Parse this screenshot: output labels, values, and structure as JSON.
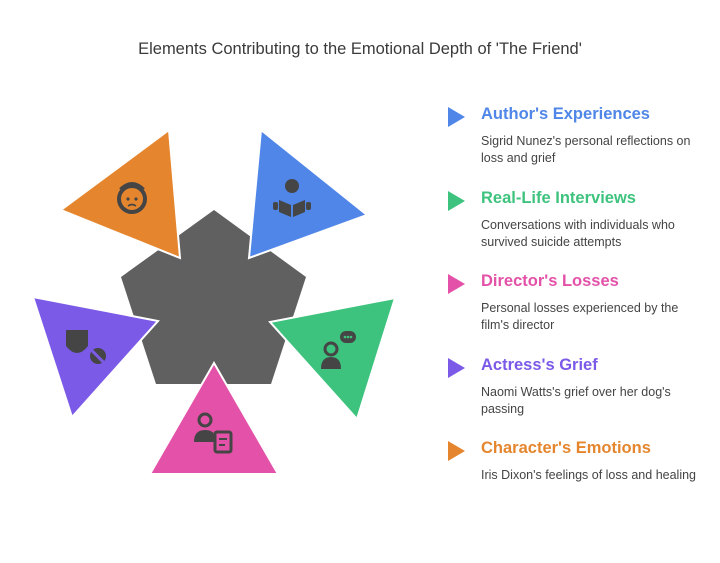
{
  "title": "Elements Contributing to the Emotional Depth of 'The Friend'",
  "colors": {
    "center": "#606060",
    "icon": "#454545"
  },
  "elements": [
    {
      "heading": "Author's Experiences",
      "description": "Sigrid Nunez's personal reflections on loss and grief",
      "color": "#4f86e8",
      "icon": "person-reading-icon"
    },
    {
      "heading": "Real-Life Interviews",
      "description": "Conversations with individuals who survived suicide attempts",
      "color": "#3ec37e",
      "icon": "person-speech-bubble-icon"
    },
    {
      "heading": "Director's Losses",
      "description": "Personal losses experienced by the film's director",
      "color": "#e352a8",
      "icon": "person-document-icon"
    },
    {
      "heading": "Actress's Grief",
      "description": "Naomi Watts's grief over her dog's passing",
      "color": "#7c5ae8",
      "icon": "theater-mask-icon"
    },
    {
      "heading": "Character's Emotions",
      "description": "Iris Dixon's feelings of loss and healing",
      "color": "#e5862e",
      "icon": "distressed-face-icon"
    }
  ]
}
